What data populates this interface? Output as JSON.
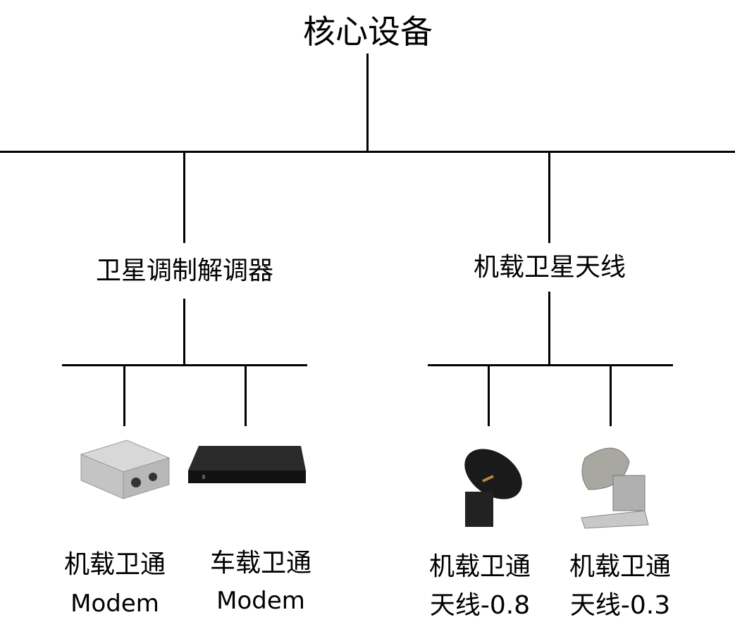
{
  "root": {
    "label": "核心设备"
  },
  "branches": [
    {
      "label": "卫星调制解调器",
      "children": [
        {
          "line1": "机载卫通",
          "line2": "Modem",
          "image": "airborne-modem-box"
        },
        {
          "line1": "车载卫通",
          "line2": "Modem",
          "image": "vehicle-modem-rack"
        }
      ]
    },
    {
      "label": "机载卫星天线",
      "children": [
        {
          "line1": "机载卫通",
          "line2": "天线-0.8",
          "image": "dish-antenna-black"
        },
        {
          "line1": "机载卫通",
          "line2": "天线-0.3",
          "image": "dish-antenna-silver"
        }
      ]
    }
  ]
}
